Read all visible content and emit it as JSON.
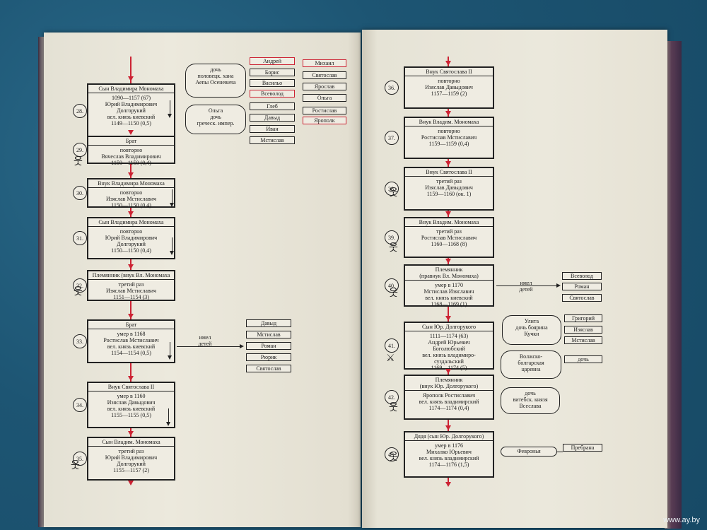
{
  "watermark": "www.ay.by",
  "left": {
    "entries": [
      {
        "num": "28.",
        "hdr": "Сын Владимира Мономаха",
        "body": "1090—1157 (67)\nЮрий Владимирович\nДолгорукий\nвел. князь киевский\n1149—1150 (0,5)"
      },
      {
        "num": "29.",
        "hdr": "Брат",
        "body": "повторно\nВячеслав Владимирович\n1150—1150 (0,4)"
      },
      {
        "num": "30.",
        "hdr": "Внук Владимира Мономаха",
        "body": "повторно\nИзяслав Мстиславич\n1150—1150 (0,4)"
      },
      {
        "num": "31.",
        "hdr": "Сын Владимира Мономаха",
        "body": "повторно\nЮрий Владимирович\nДолгорукий\n1150—1150 (0,4)"
      },
      {
        "num": "32.",
        "hdr": "Племянник (внук Вл. Мономаха",
        "body": "третий раз\nИзяслав Мстиславич\n1151—1154 (3)"
      },
      {
        "num": "33.",
        "hdr": "Брат",
        "body": "умер в 1168\nРостислав Мстиславич\nвел. князь киевский\n1154—1154 (0,5)"
      },
      {
        "num": "34.",
        "hdr": "Внук Святослава II",
        "body": "умер в 1160\nИзяслав Давыдович\nвел. князь киевский\n1155—1155 (0,5)"
      },
      {
        "num": "35.",
        "hdr": "Сын Владим. Мономаха",
        "body": "третий раз\nЮрий Владимирович\nДолгорукий\n1155—1157 (2)"
      }
    ],
    "wives": [
      "дочь\nполовецк. хана\nАепы Осеневича",
      "Ольга\nдочь\nгреческ. импер."
    ],
    "sons_col1": [
      "Андрей",
      "Борис",
      "Васильо",
      "Всеволод",
      "Глеб",
      "Давыд",
      "Иван",
      "Мстислав"
    ],
    "sons_col2": [
      "Михаил",
      "Святослав",
      "Ярослав",
      "Ольга",
      "Ростислав",
      "Ярополк"
    ],
    "had_children": "имел\nдетей",
    "children33": [
      "Давыд",
      "Мстислав",
      "Роман",
      "Рюрик",
      "Святослав"
    ]
  },
  "right": {
    "entries": [
      {
        "num": "36.",
        "hdr": "Внук Святослава II",
        "body": "повторно\nИзяслав Давыдович\n1157—1159 (2)"
      },
      {
        "num": "37.",
        "hdr": "Внук Владим. Мономаха",
        "body": "повторно\nРостислав Мстиславич\n1159—1159 (0,4)"
      },
      {
        "num": "38.",
        "hdr": "Внук Святослава II",
        "body": "третий раз\nИзяслав Давыдович\n1159—1160 (ок. 1)"
      },
      {
        "num": "39.",
        "hdr": "Внук Владим. Мономаха",
        "body": "третий раз\nРостислав Мстиславич\n1160—1168 (8)"
      },
      {
        "num": "40.",
        "hdr": "Племянник\n(правнук Вл. Мономаха)",
        "body": "умер в 1170\nМстислав Изяславич\nвел. князь киевский\n1168—1169 (1)"
      },
      {
        "num": "41.",
        "hdr": "Сын Юр. Долгорукого",
        "body": "1111—1174 (63)\nАндрей Юрьевич\nБоголюбский\nвел. князь владимиро-\nсуздальский\n1169—1174 (5)"
      },
      {
        "num": "42.",
        "hdr": "Племянник\n(внук Юр. Долгорукого)",
        "body": "Ярополк Ростиславич\nвел. князь владимирский\n1174—1174 (0,4)"
      },
      {
        "num": "43.",
        "hdr": "Дядя (сын Юр. Долгорукого)",
        "body": "умер в 1176\nМихалко Юрьевич\nвел. князь владимирский\n1174—1176 (1,5)"
      }
    ],
    "had_children": "имел\nдетей",
    "children40": [
      "Всеволод",
      "Роман",
      "Святослав"
    ],
    "wives41": [
      "Улита\nдочь боярина\nКучки",
      "Волжско-\nболгарская\nцаревна"
    ],
    "children41": [
      "Григорий",
      "Изяслав",
      "Мстислав"
    ],
    "daughter41": "дочь",
    "wife42": "дочь\nвитебск. князя\nВсеслава",
    "wife43": "Февронья",
    "child43": "Пребрана"
  }
}
